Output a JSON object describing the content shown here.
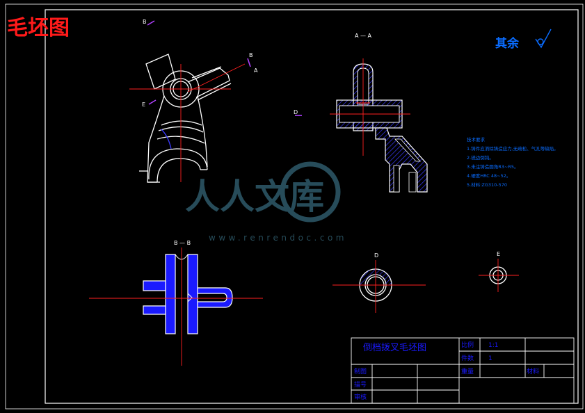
{
  "sheet": {
    "title_red": "毛坯图",
    "surface_note": "其余",
    "colors": {
      "background": "#000000",
      "outline": "#ffffff",
      "centerline": "#ff2020",
      "section_fill": "#1a1aff",
      "hatch": "#3a3aff",
      "note_text": "#0a6cff",
      "title_red": "#ff1a1a",
      "marker": "#b040ff",
      "watermark": "#2e5a6a"
    }
  },
  "views": {
    "section_aa_label": "A — A",
    "section_bb_label": "B — B",
    "view_d_label": "D",
    "view_e_label": "E",
    "marker_b_top": "B",
    "marker_b_right": "B",
    "marker_a_right": "A",
    "marker_e_left": "E",
    "marker_d_mid": "D"
  },
  "notes": {
    "heading": "技术要求",
    "lines": [
      "1.铸件应消除铸造应力,无疏松、气孔等缺陷。",
      "2.锐边倒钝。",
      "3.未注铸造圆角R3~R5。",
      "4.硬度HRC 48~52。",
      "5.材料:ZG310-570"
    ]
  },
  "watermark": {
    "text": "人人文库",
    "url": "www.renrendoc.com"
  },
  "title_block": {
    "part_name": "倒档拨叉毛坯图",
    "scale_label": "比例",
    "scale_value": "1:1",
    "qty_label": "件数",
    "qty_value": "1",
    "weight_label": "重量",
    "material_label": "材料",
    "drawn_label": "制图",
    "design_label": "描号",
    "check_label": "审核"
  }
}
